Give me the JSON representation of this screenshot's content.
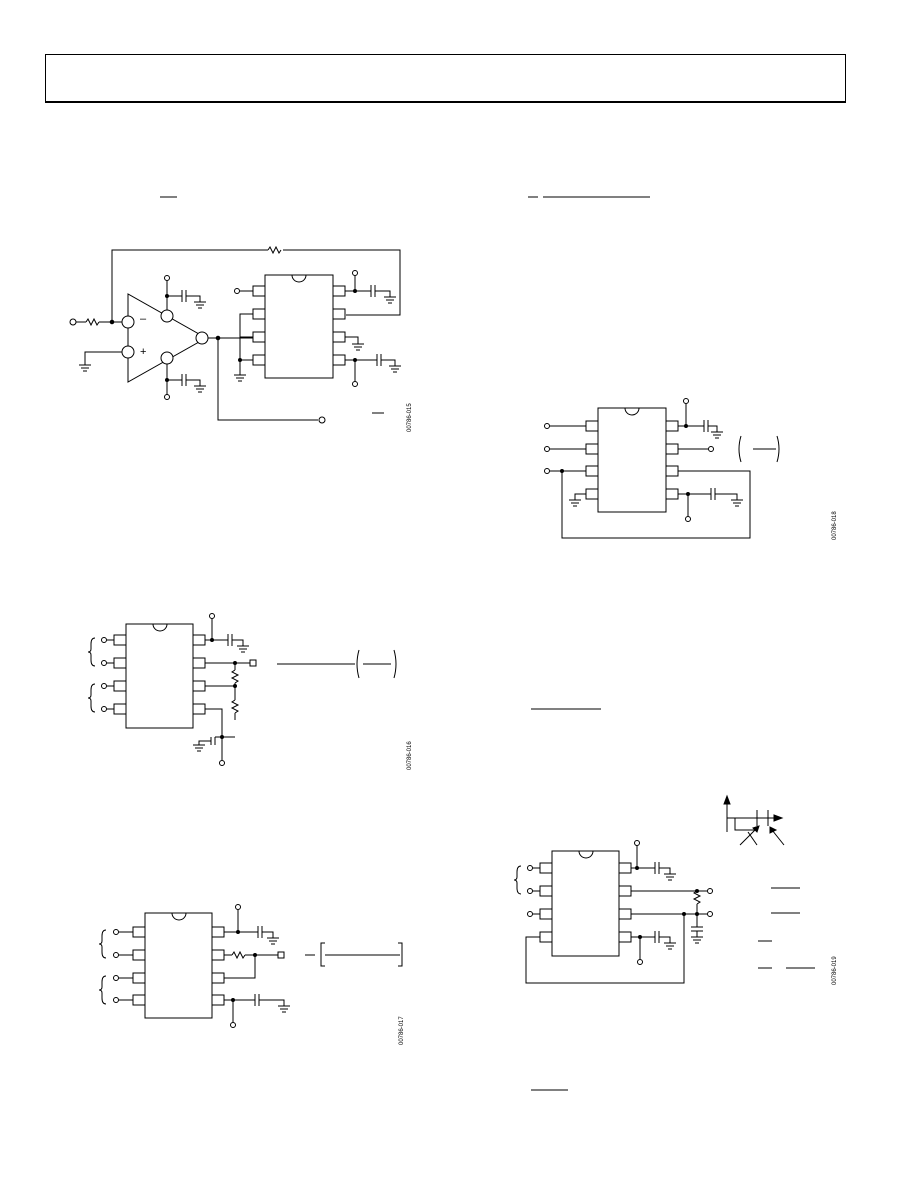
{
  "page": {
    "header_box": "",
    "figures": [
      {
        "id": "fig-1",
        "code": "00786-015"
      },
      {
        "id": "fig-2",
        "code": "00786-016"
      },
      {
        "id": "fig-3",
        "code": "00786-017"
      },
      {
        "id": "fig-4",
        "code": "00786-018"
      },
      {
        "id": "fig-5",
        "code": "00786-019"
      }
    ],
    "amplifier_signs": {
      "minus": "–",
      "plus": "+"
    }
  },
  "colors": {
    "line": "#000000",
    "background": "#ffffff"
  }
}
